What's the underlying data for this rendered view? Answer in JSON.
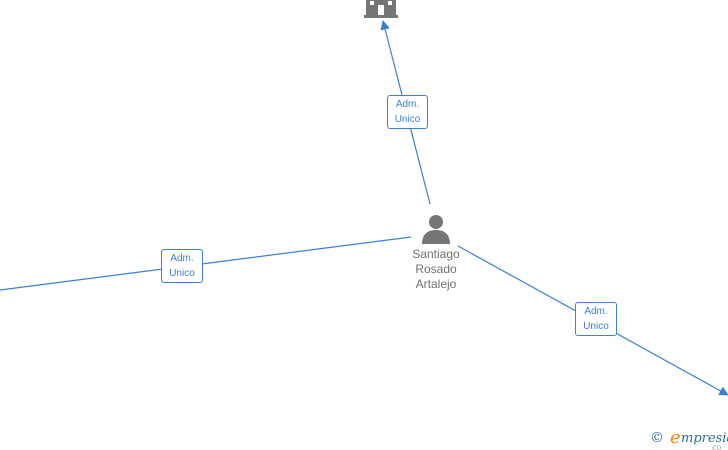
{
  "nodes": {
    "person": {
      "name_lines": [
        "Santiago",
        "Rosado",
        "Artalejo"
      ]
    },
    "company_top": {
      "icon": "building-icon"
    }
  },
  "edges": [
    {
      "id": "edge-top",
      "label_lines": [
        "Adm.",
        "Unico"
      ]
    },
    {
      "id": "edge-left",
      "label_lines": [
        "Adm.",
        "Unico"
      ]
    },
    {
      "id": "edge-right",
      "label_lines": [
        "Adm.",
        "Unico"
      ]
    }
  ],
  "colors": {
    "edge": "#3a7fd5",
    "node_icon": "#757575",
    "node_text": "#707070",
    "watermark_accent": "#f08a00"
  },
  "watermark": {
    "symbol": "©",
    "brand_initial": "e",
    "brand_rest": "mpresia",
    "suffix": "co"
  }
}
